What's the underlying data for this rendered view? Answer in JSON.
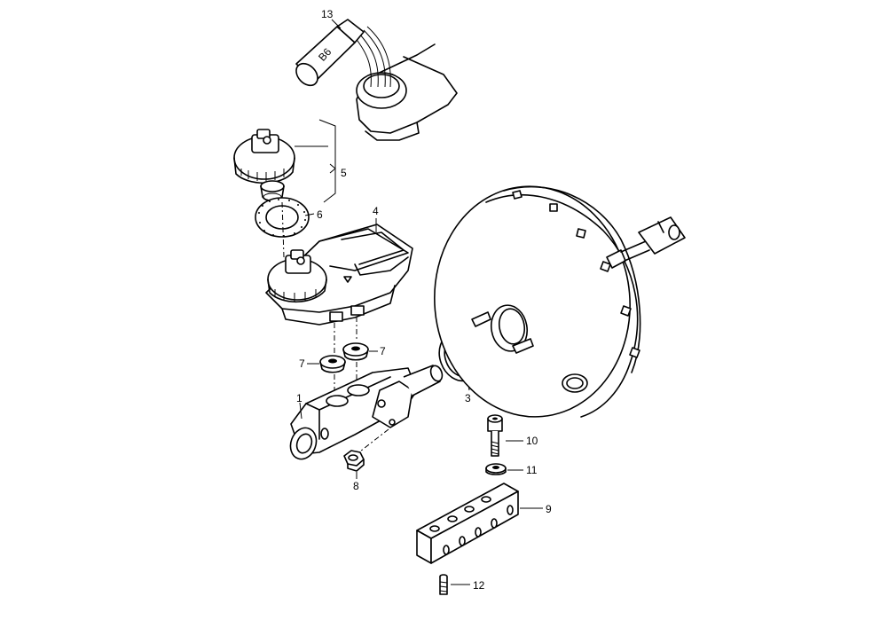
{
  "labels": {
    "p1": "1",
    "p3": "3",
    "p4": "4",
    "p5": "5",
    "p6": "6",
    "p7a": "7",
    "p7b": "7",
    "p8": "8",
    "p9": "9",
    "p10": "10",
    "p11": "11",
    "p12": "12",
    "p13": "13"
  },
  "bottle_text": "B6"
}
